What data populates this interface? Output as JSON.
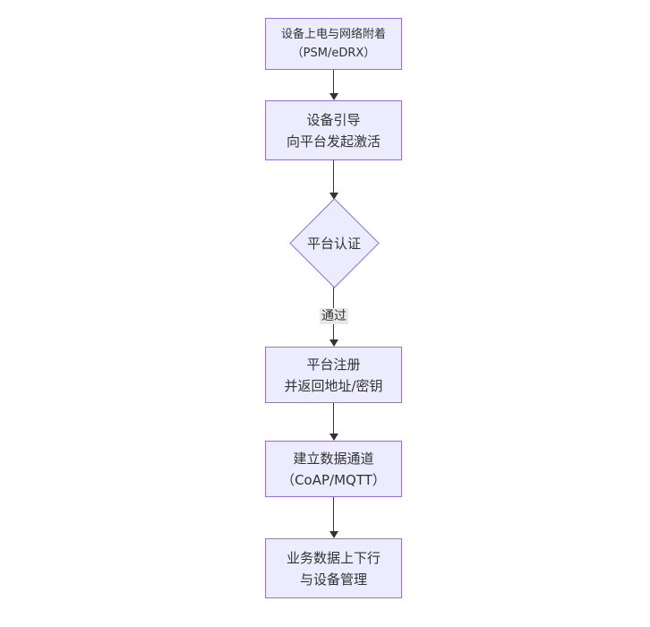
{
  "theme": {
    "node_fill": "#ECECFF",
    "node_border": "#9370DB",
    "text_color": "#333333",
    "edge_color": "#333333",
    "edge_label_bg": "#e8e8e8",
    "canvas_bg": "#ffffff"
  },
  "diagram": {
    "type": "flowchart",
    "direction": "top-down",
    "nodes": [
      {
        "id": "power-attach",
        "shape": "rect",
        "lines": [
          "设备上电与网络附着",
          "（PSM/eDRX）"
        ]
      },
      {
        "id": "bootstrap",
        "shape": "rect",
        "lines": [
          "设备引导",
          "向平台发起激活"
        ]
      },
      {
        "id": "platform-auth",
        "shape": "diamond",
        "lines": [
          "平台认证"
        ]
      },
      {
        "id": "platform-register",
        "shape": "rect",
        "lines": [
          "平台注册",
          "并返回地址/密钥"
        ]
      },
      {
        "id": "data-channel",
        "shape": "rect",
        "lines": [
          "建立数据通道",
          "（CoAP/MQTT）"
        ]
      },
      {
        "id": "business-data",
        "shape": "rect",
        "lines": [
          "业务数据上下行",
          "与设备管理"
        ]
      }
    ],
    "edges": [
      {
        "from": "power-attach",
        "to": "bootstrap",
        "label": ""
      },
      {
        "from": "bootstrap",
        "to": "platform-auth",
        "label": ""
      },
      {
        "from": "platform-auth",
        "to": "platform-register",
        "label": "通过"
      },
      {
        "from": "platform-register",
        "to": "data-channel",
        "label": ""
      },
      {
        "from": "data-channel",
        "to": "business-data",
        "label": ""
      }
    ]
  }
}
